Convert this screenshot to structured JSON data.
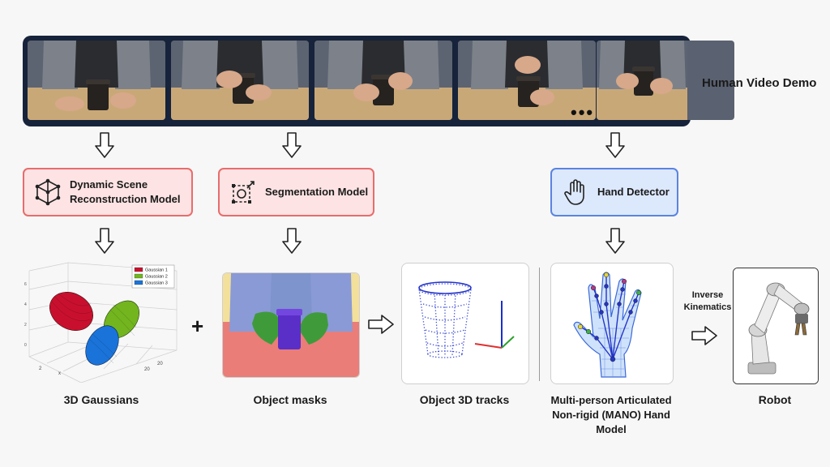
{
  "video_strip": {
    "label": "Human Video Demo",
    "ellipsis": "•••"
  },
  "boxes": {
    "dynamic_scene": {
      "line1": "Dynamic Scene",
      "line2": "Reconstruction Model"
    },
    "segmentation": {
      "label": "Segmentation Model"
    },
    "hand_detector": {
      "label": "Hand Detector"
    }
  },
  "gaussians": {
    "caption": "3D Gaussians",
    "legend": [
      "Gaussian 1",
      "Gaussian 2",
      "Gaussian 3"
    ],
    "axis_x_label": "x",
    "tick_x": "2",
    "tick_y1": "20",
    "tick_y2": "20",
    "colors": {
      "g1": "#c8102e",
      "g2": "#72b51e",
      "g3": "#1a73d9"
    }
  },
  "plus": "+",
  "object_masks": {
    "caption": "Object masks"
  },
  "object_tracks": {
    "caption": "Object 3D tracks"
  },
  "hand_model": {
    "caption_line1": "Multi-person Articulated",
    "caption_line2": "Non-rigid (MANO) Hand Model"
  },
  "ik": {
    "line1": "Inverse",
    "line2": "Kinematics"
  },
  "robot": {
    "caption": "Robot"
  }
}
